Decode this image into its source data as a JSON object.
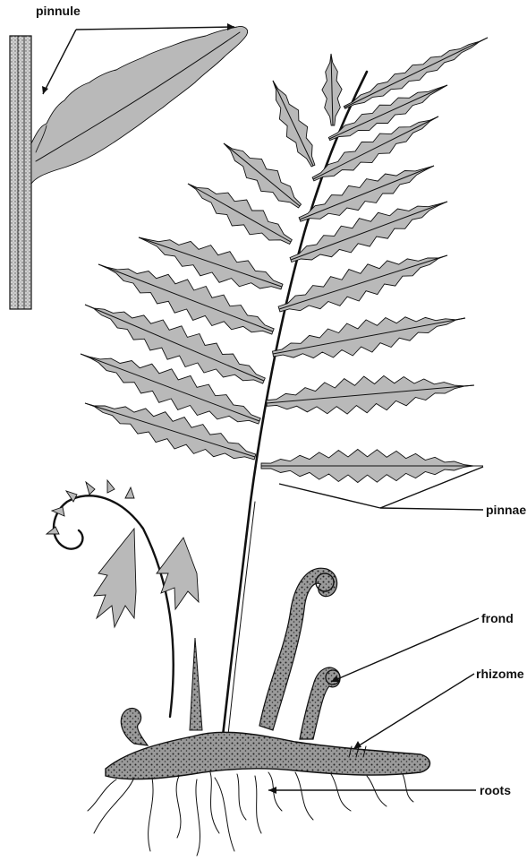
{
  "figure": {
    "labels": {
      "pinnule": "pinnule",
      "pinnae": "pinnae",
      "frond": "frond",
      "rhizome": "rhizome",
      "roots": "roots"
    },
    "colors": {
      "ink": "#111111",
      "leaf_fill": "#b9b9b9",
      "rhizome_fill": "#8a8a8a",
      "background": "#ffffff"
    }
  }
}
